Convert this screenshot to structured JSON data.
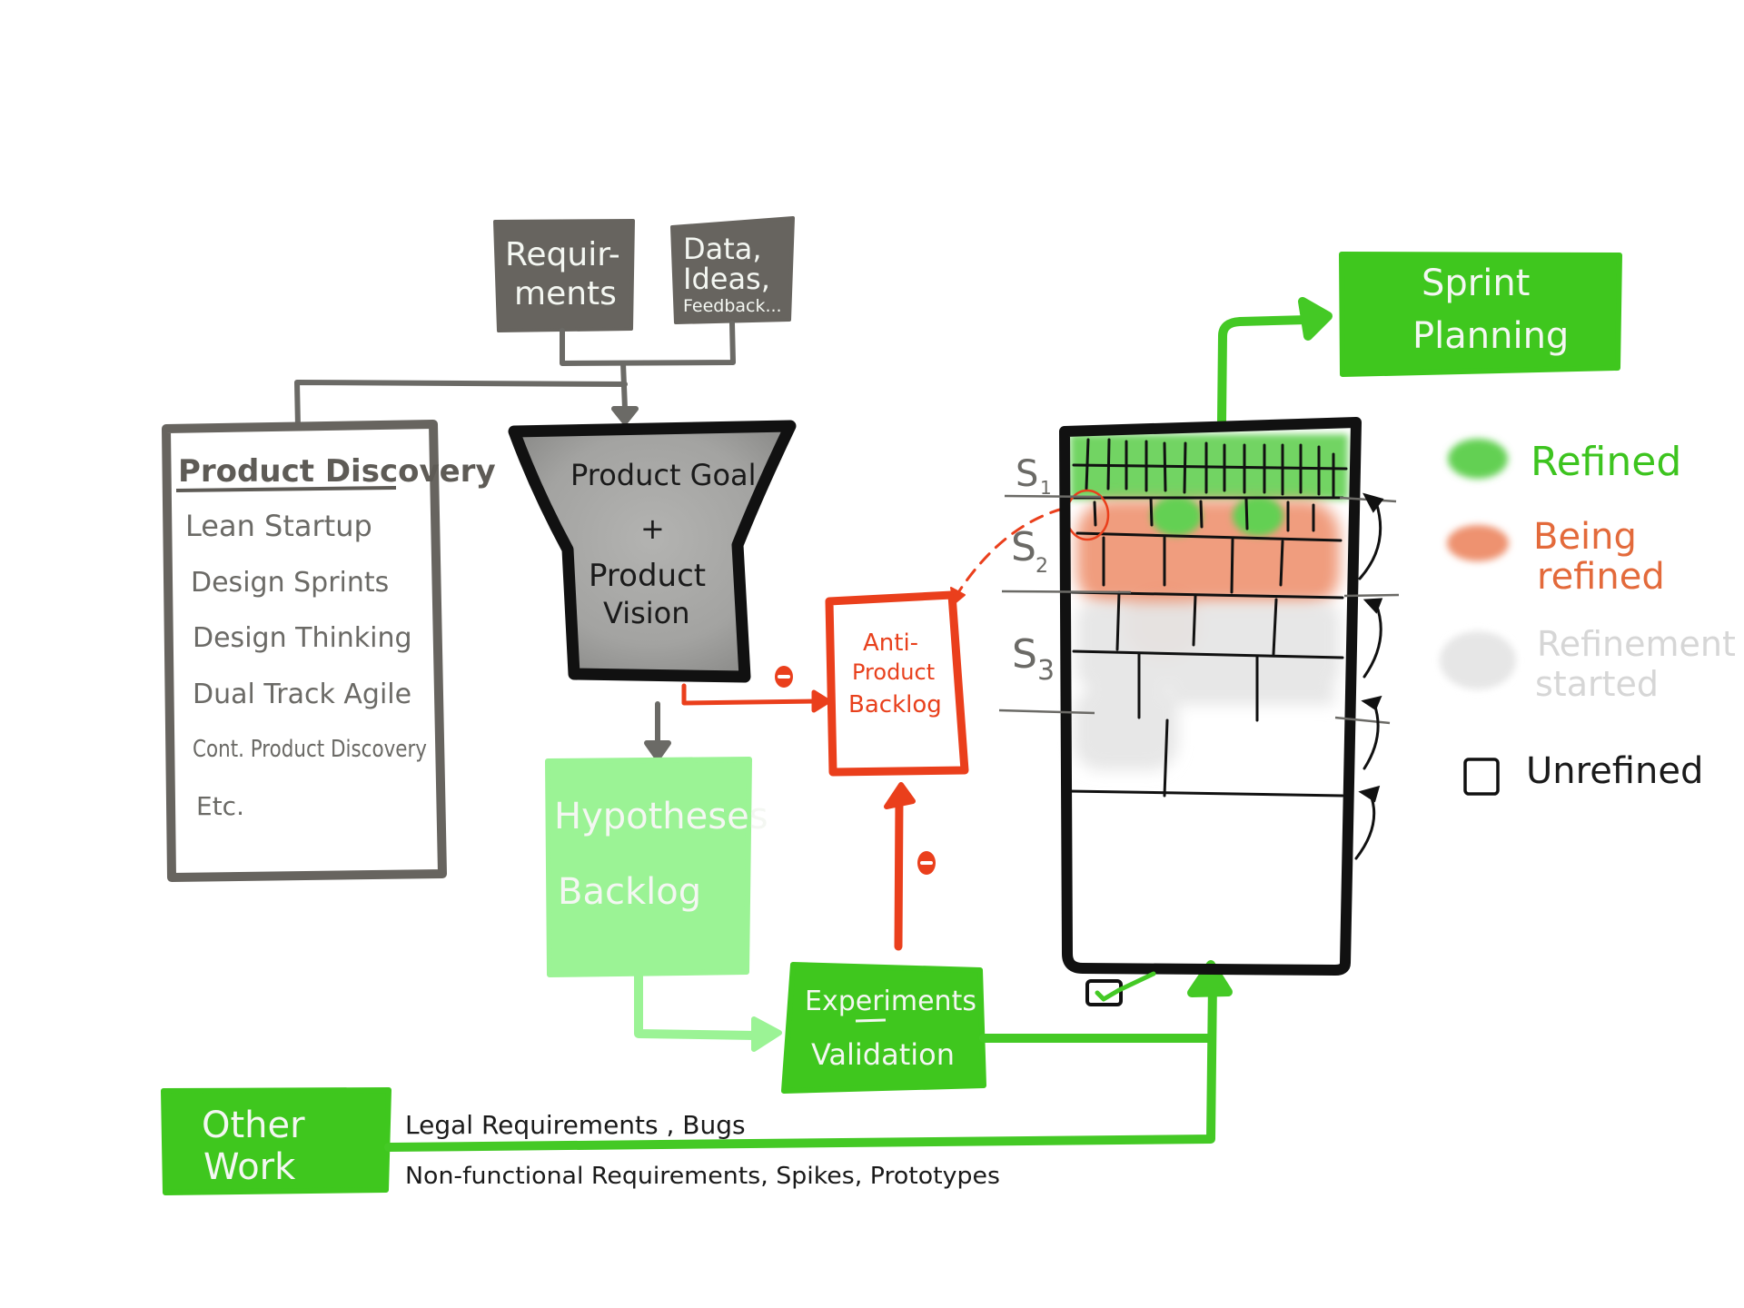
{
  "colors": {
    "grey_box": "#67645f",
    "grey_line": "#6b6a66",
    "black": "#111111",
    "funnel_fill": "#a8a8a6",
    "red": "#ea3f1c",
    "light_green": "#9bf395",
    "green": "#3fc71e",
    "refined": "#63d052",
    "being_refined": "#ee9270",
    "refinement_started": "#e6e6e6",
    "white": "#ffffff"
  },
  "inputs": {
    "requirements": {
      "line1": "Requir-",
      "line2": "ments"
    },
    "data_ideas": {
      "line1": "Data,",
      "line2": "Ideas,",
      "line3": "Feedback..."
    }
  },
  "product_discovery": {
    "title": "Product Discovery",
    "items": [
      "Lean Startup",
      "Design Sprints",
      "Design Thinking",
      "Dual Track Agile",
      "Cont. Product Discovery",
      "Etc."
    ]
  },
  "product_goal": {
    "line1": "Product Goal",
    "line2": "+",
    "line3": "Product",
    "line4": "Vision"
  },
  "hypotheses_backlog": {
    "line1": "Hypotheses",
    "line2": "Backlog"
  },
  "anti_product_backlog": {
    "line1": "Anti-",
    "line2": "Product",
    "line3": "Backlog"
  },
  "minus_markers": [
    "−",
    "−"
  ],
  "experiments": {
    "line1": "Experiments",
    "line2": "Validation"
  },
  "other_work": {
    "line1": "Other",
    "line2": "Work",
    "above_line": "Legal Requirements , Bugs",
    "below_line": "Non-functional Requirements, Spikes, Prototypes"
  },
  "sprint_planning": {
    "line1": "Sprint",
    "line2": "Planning"
  },
  "product_backlog": {
    "sprint_labels": [
      "S1",
      "S2",
      "S3"
    ],
    "sprint_label_main": "S",
    "sprint_label_subs": [
      "1",
      "2",
      "3"
    ]
  },
  "legend": {
    "items": [
      {
        "label_lines": [
          "Refined"
        ],
        "style": "refined"
      },
      {
        "label_lines": [
          "Being",
          "refined"
        ],
        "style": "being_refined"
      },
      {
        "label_lines": [
          "Refinement",
          "started"
        ],
        "style": "refinement_started"
      },
      {
        "label_lines": [
          "Unrefined"
        ],
        "style": "unrefined"
      }
    ]
  }
}
